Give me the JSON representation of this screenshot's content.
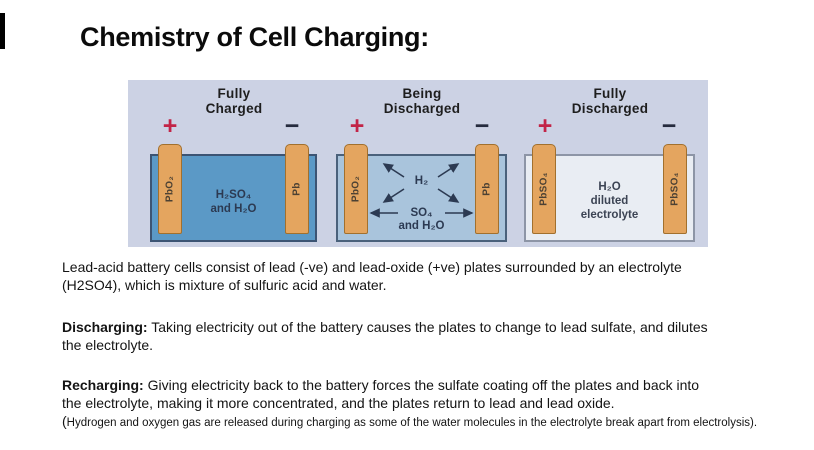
{
  "title": "Chemistry of Cell Charging:",
  "diagram": {
    "cells": [
      {
        "state": "Fully Charged",
        "state_line1": "Fully",
        "state_line2": "Charged",
        "positive_terminal": "+",
        "negative_terminal": "−",
        "left_plate": "PbO₂",
        "right_plate": "Pb",
        "electrolyte_line1": "H₂SO₄",
        "electrolyte_line2": "and H₂O",
        "liquid_color": "#5b99c6"
      },
      {
        "state": "Being Discharged",
        "state_line1": "Being",
        "state_line2": "Discharged",
        "positive_terminal": "+",
        "negative_terminal": "−",
        "left_plate": "PbO₂",
        "right_plate": "Pb",
        "gas_label": "H₂",
        "electrolyte_line1": "SO₄",
        "electrolyte_line2": "and H₂O",
        "liquid_color": "#a9c4dc"
      },
      {
        "state": "Fully Discharged",
        "state_line1": "Fully",
        "state_line2": "Discharged",
        "positive_terminal": "+",
        "negative_terminal": "−",
        "left_plate": "PbSO₄",
        "right_plate": "PbSO₄",
        "electrolyte_line1": "H₂O",
        "electrolyte_line2": "diluted",
        "electrolyte_line3": "electrolyte",
        "liquid_color": "#e9edf3"
      }
    ],
    "colors": {
      "panel_bg": "#ccd2e4",
      "plate_fill": "#e4a55f",
      "plate_border": "#a2702d",
      "positive_terminal": "#c22447",
      "negative_terminal": "#252b3e",
      "diagram_text": "#2c3a52"
    }
  },
  "body": {
    "p1_line1": "Lead-acid battery cells consist of lead (-ve) and lead-oxide (+ve) plates surrounded by an electrolyte",
    "p1_line2": "(H2SO4), which is mixture of sulfuric acid and water.",
    "p2_lead": "Discharging:",
    "p2_line1_rest": " Taking electricity out of the battery causes the plates to change to lead sulfate, and dilutes",
    "p2_line2": "the electrolyte.",
    "p3_lead": "Recharging:",
    "p3_line1_rest": " Giving electricity back to the battery forces the sulfate coating off the plates and back into",
    "p3_line2": "the electrolyte, making it more concentrated, and the plates return to lead and lead oxide.",
    "note_open": "(",
    "note_rest": "Hydrogen and oxygen gas are released during charging as some of the water molecules in the electrolyte break apart from electrolysis)."
  }
}
